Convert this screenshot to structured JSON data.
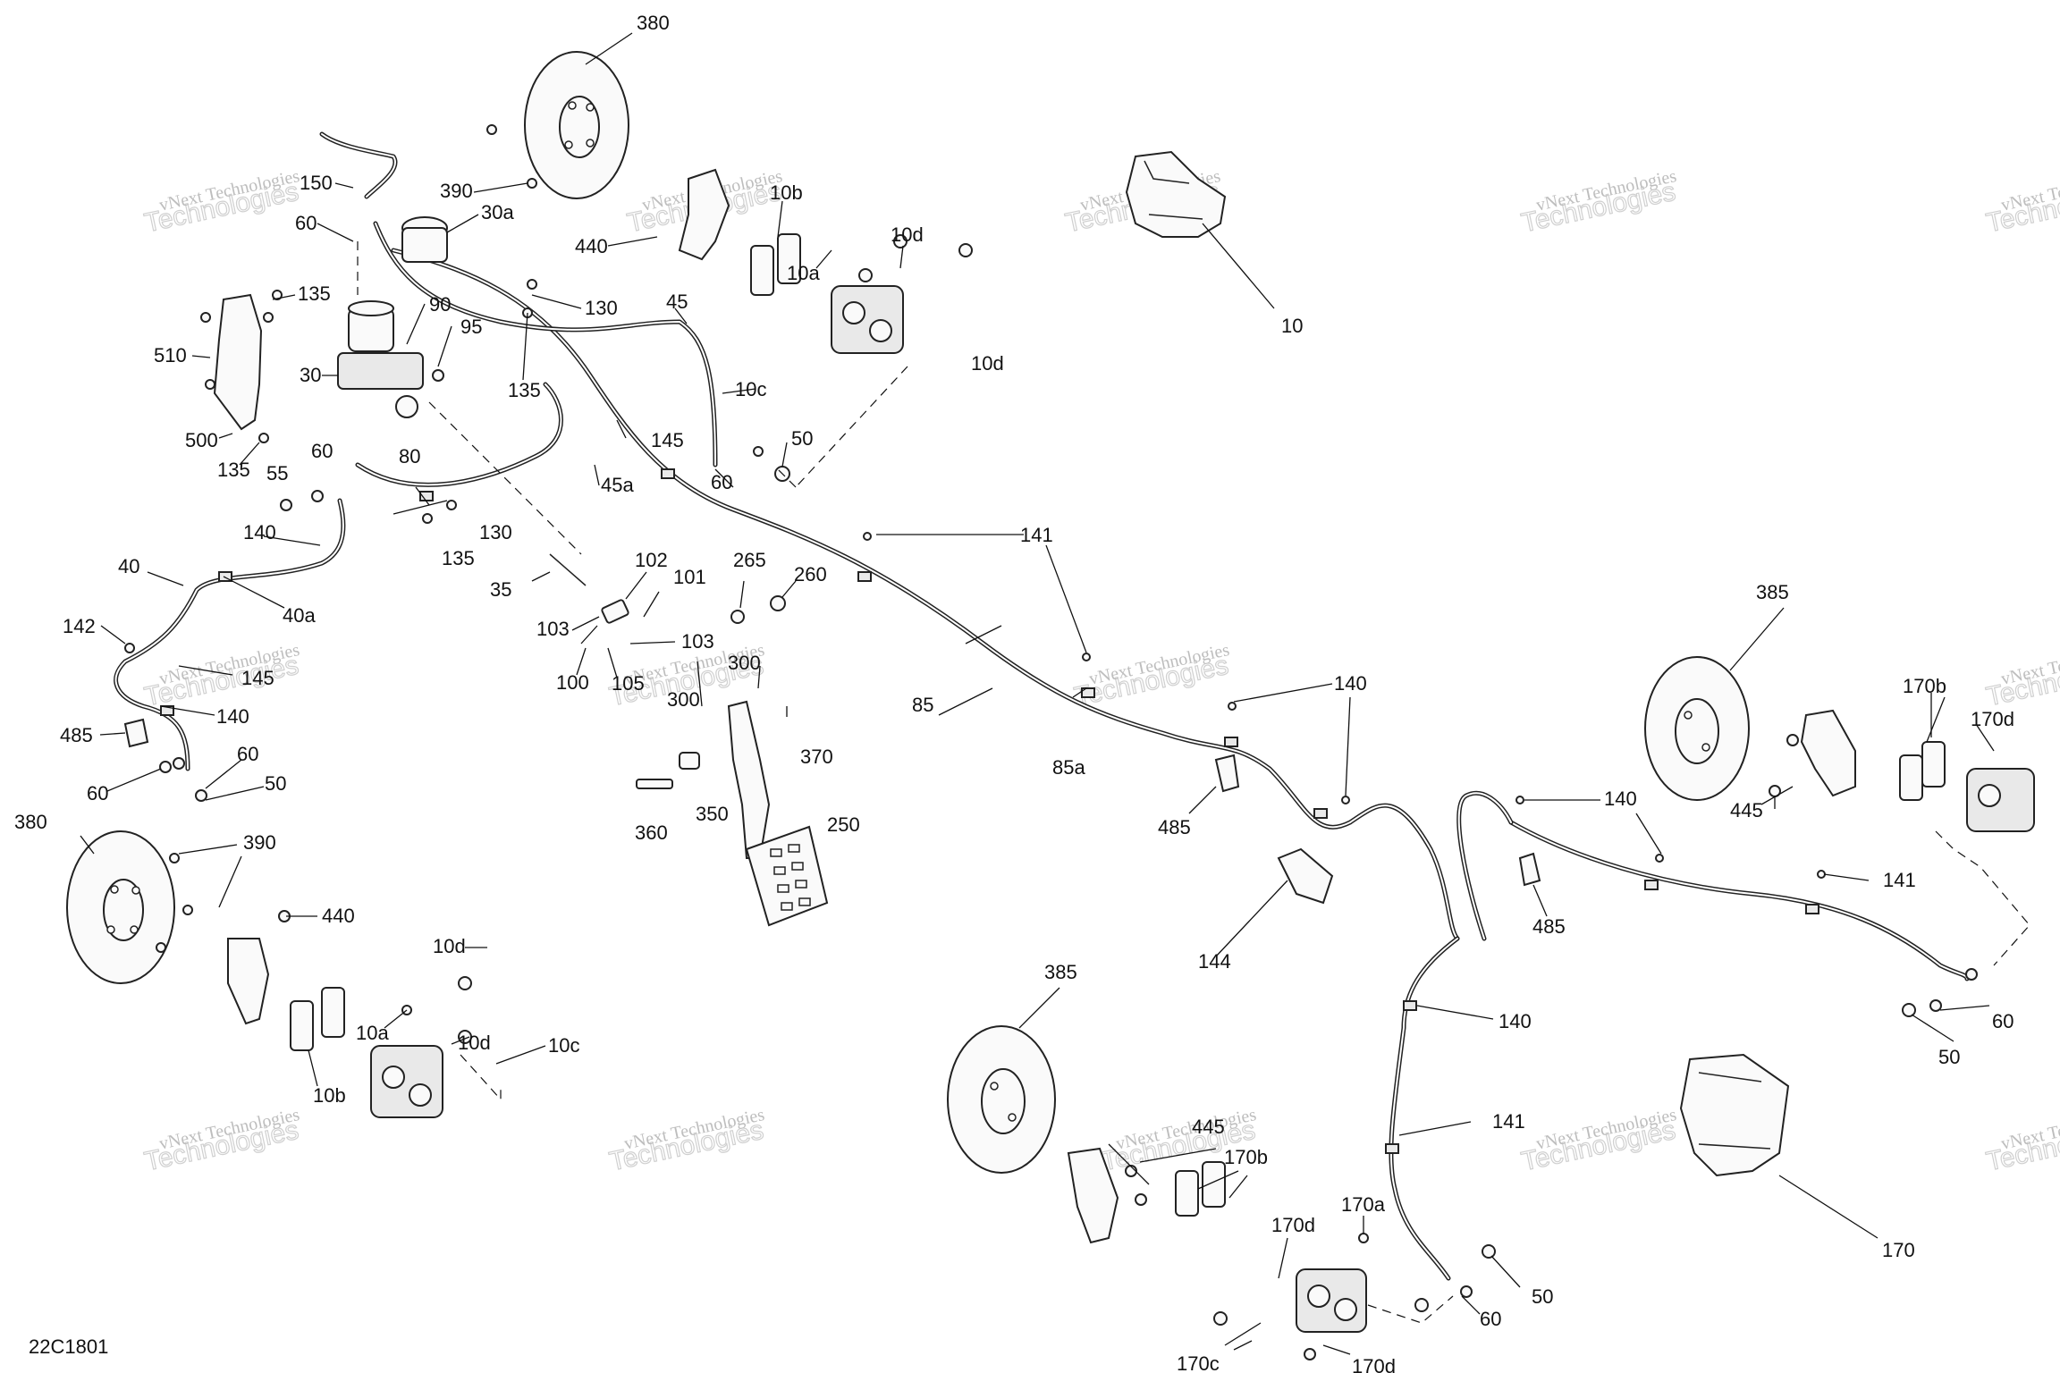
{
  "doc_code": "22C1801",
  "watermark": {
    "line1": "vNext Technologies",
    "line2": "Technologies"
  },
  "callouts": {
    "c380a": "380",
    "c390a": "390",
    "c150": "150",
    "c60a": "60",
    "c30a": "30a",
    "c440a": "440",
    "c10b_a": "10b",
    "c10d_a": "10d",
    "c10a_a": "10a",
    "c10_a": "10",
    "c135a": "135",
    "c510": "510",
    "c500": "500",
    "c135b": "135",
    "c30": "30",
    "c90": "90",
    "c95": "95",
    "c130a": "130",
    "c135c": "135",
    "c45": "45",
    "c145a": "145",
    "c10c_a": "10c",
    "c10d_b": "10d",
    "c50a": "50",
    "c60b": "60",
    "c60c": "60",
    "c55": "55",
    "c80": "80",
    "c45a": "45a",
    "c130b": "130",
    "c135d": "135",
    "c140a": "140",
    "c40": "40",
    "c40a": "40a",
    "c141a": "141",
    "c35": "35",
    "c102": "102",
    "c101": "101",
    "c265": "265",
    "c260": "260",
    "c103a": "103",
    "c103b": "103",
    "c100": "100",
    "c105": "105",
    "c142": "142",
    "c145b": "145",
    "c140b": "140",
    "c485a": "485",
    "c60d": "60",
    "c60e": "60",
    "c50b": "50",
    "c300a": "300",
    "c300b": "300",
    "c370": "370",
    "c85": "85",
    "c85a": "85a",
    "c140c": "140",
    "c485b": "485",
    "c385a": "385",
    "c170b_a": "170b",
    "c170d_a": "170d",
    "c445a": "445",
    "c140d": "140",
    "c141b": "141",
    "c360": "360",
    "c350": "350",
    "c250": "250",
    "c380b": "380",
    "c390b": "390",
    "c440b": "440",
    "c10d_c": "10d",
    "c10a_b": "10a",
    "c10d_d": "10d",
    "c10c_b": "10c",
    "c10b_b": "10b",
    "c144": "144",
    "c485c": "485",
    "c140e": "140",
    "c385b": "385",
    "c60f": "60",
    "c50c": "50",
    "c141c": "141",
    "c445b": "445",
    "c170b_b": "170b",
    "c170a": "170a",
    "c170d_b": "170d",
    "c170c": "170c",
    "c170d_c": "170d",
    "c60g": "60",
    "c50d": "50",
    "c170": "170"
  }
}
